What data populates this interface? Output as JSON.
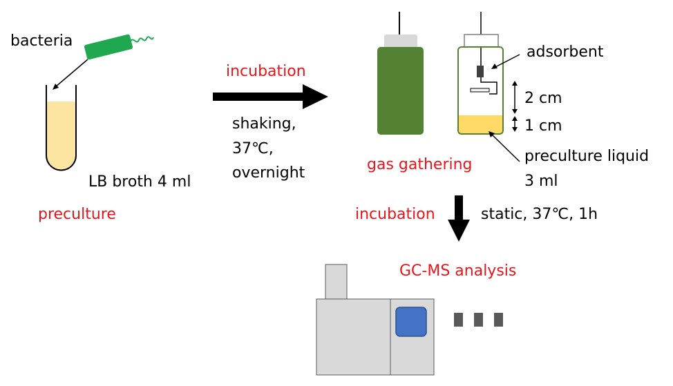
{
  "labels": {
    "bacteria": "bacteria",
    "lb_broth": "LB broth 4 ml",
    "preculture": "preculture",
    "incubation_top": "incubation",
    "shaking_1": "shaking,",
    "shaking_2": "37℃,",
    "shaking_3": "overnight",
    "adsorbent": "adsorbent",
    "two_cm": "2 cm",
    "one_cm": "1 cm",
    "preculture_liquid_1": "preculture liquid",
    "preculture_liquid_2": "3 ml",
    "gas_gathering": "gas gathering",
    "incubation_bottom": "incubation",
    "static": "static, 37℃, 1h",
    "gcms": "GC-MS analysis"
  },
  "colors": {
    "accent_red": "#e8141b",
    "bacteria_green": "#1fa84f",
    "bottle_green": "#548235",
    "broth_yellow": "#fbe5a0",
    "liquid_yellow": "#ffd966",
    "machine_gray": "#d9d9d9",
    "window_blue": "#4472c4"
  }
}
